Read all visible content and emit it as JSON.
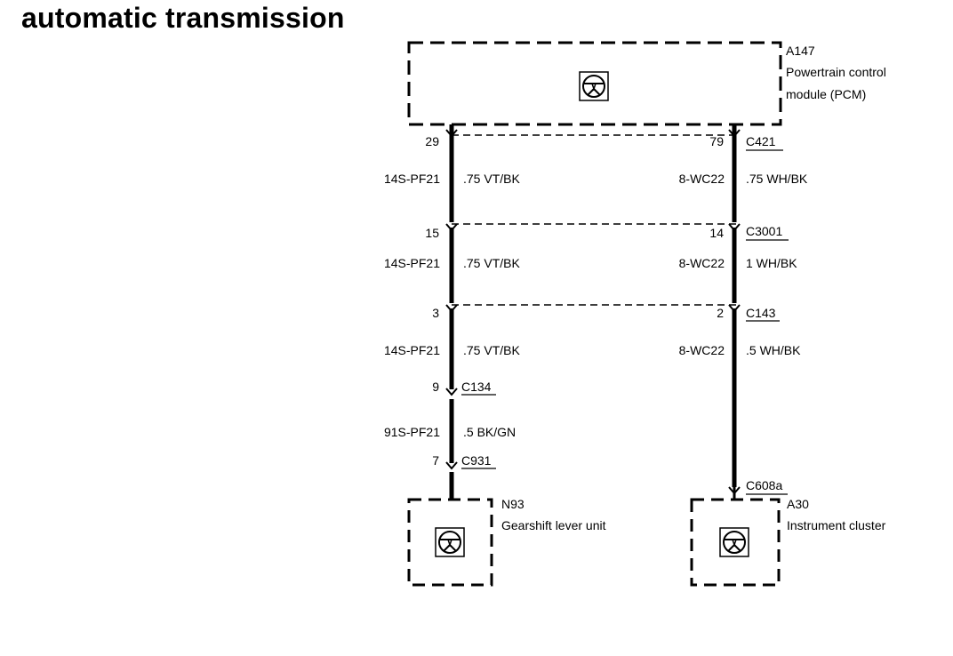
{
  "page": {
    "title": "automatic transmission"
  },
  "components": {
    "pcm": {
      "id": "A147",
      "name_line1": "Powertrain control",
      "name_line2": "module (PCM)",
      "icon": "steering-wheel-icon"
    },
    "gearshift": {
      "id": "N93",
      "name": "Gearshift lever unit",
      "icon": "steering-wheel-icon"
    },
    "cluster": {
      "id": "A30",
      "name": "Instrument cluster",
      "icon": "steering-wheel-icon"
    }
  },
  "connectors": {
    "c421": {
      "name": "C421",
      "pin_left": "29",
      "pin_right": "79"
    },
    "c3001": {
      "name": "C3001",
      "pin_left": "15",
      "pin_right": "14"
    },
    "c143": {
      "name": "C143",
      "pin_left": "3",
      "pin_right": "2"
    },
    "c134": {
      "name": "C134",
      "pin": "9"
    },
    "c931": {
      "name": "C931",
      "pin": "7"
    },
    "c608a": {
      "name": "C608a"
    }
  },
  "wires": {
    "left_seg1": {
      "circuit": "14S-PF21",
      "spec": ".75 VT/BK"
    },
    "left_seg2": {
      "circuit": "14S-PF21",
      "spec": ".75 VT/BK"
    },
    "left_seg3": {
      "circuit": "14S-PF21",
      "spec": ".75 VT/BK"
    },
    "left_seg4": {
      "circuit": "91S-PF21",
      "spec": ".5 BK/GN"
    },
    "right_seg1": {
      "circuit": "8-WC22",
      "spec": ".75 WH/BK"
    },
    "right_seg2": {
      "circuit": "8-WC22",
      "spec": "1 WH/BK"
    },
    "right_seg3": {
      "circuit": "8-WC22",
      "spec": ".5 WH/BK"
    }
  }
}
